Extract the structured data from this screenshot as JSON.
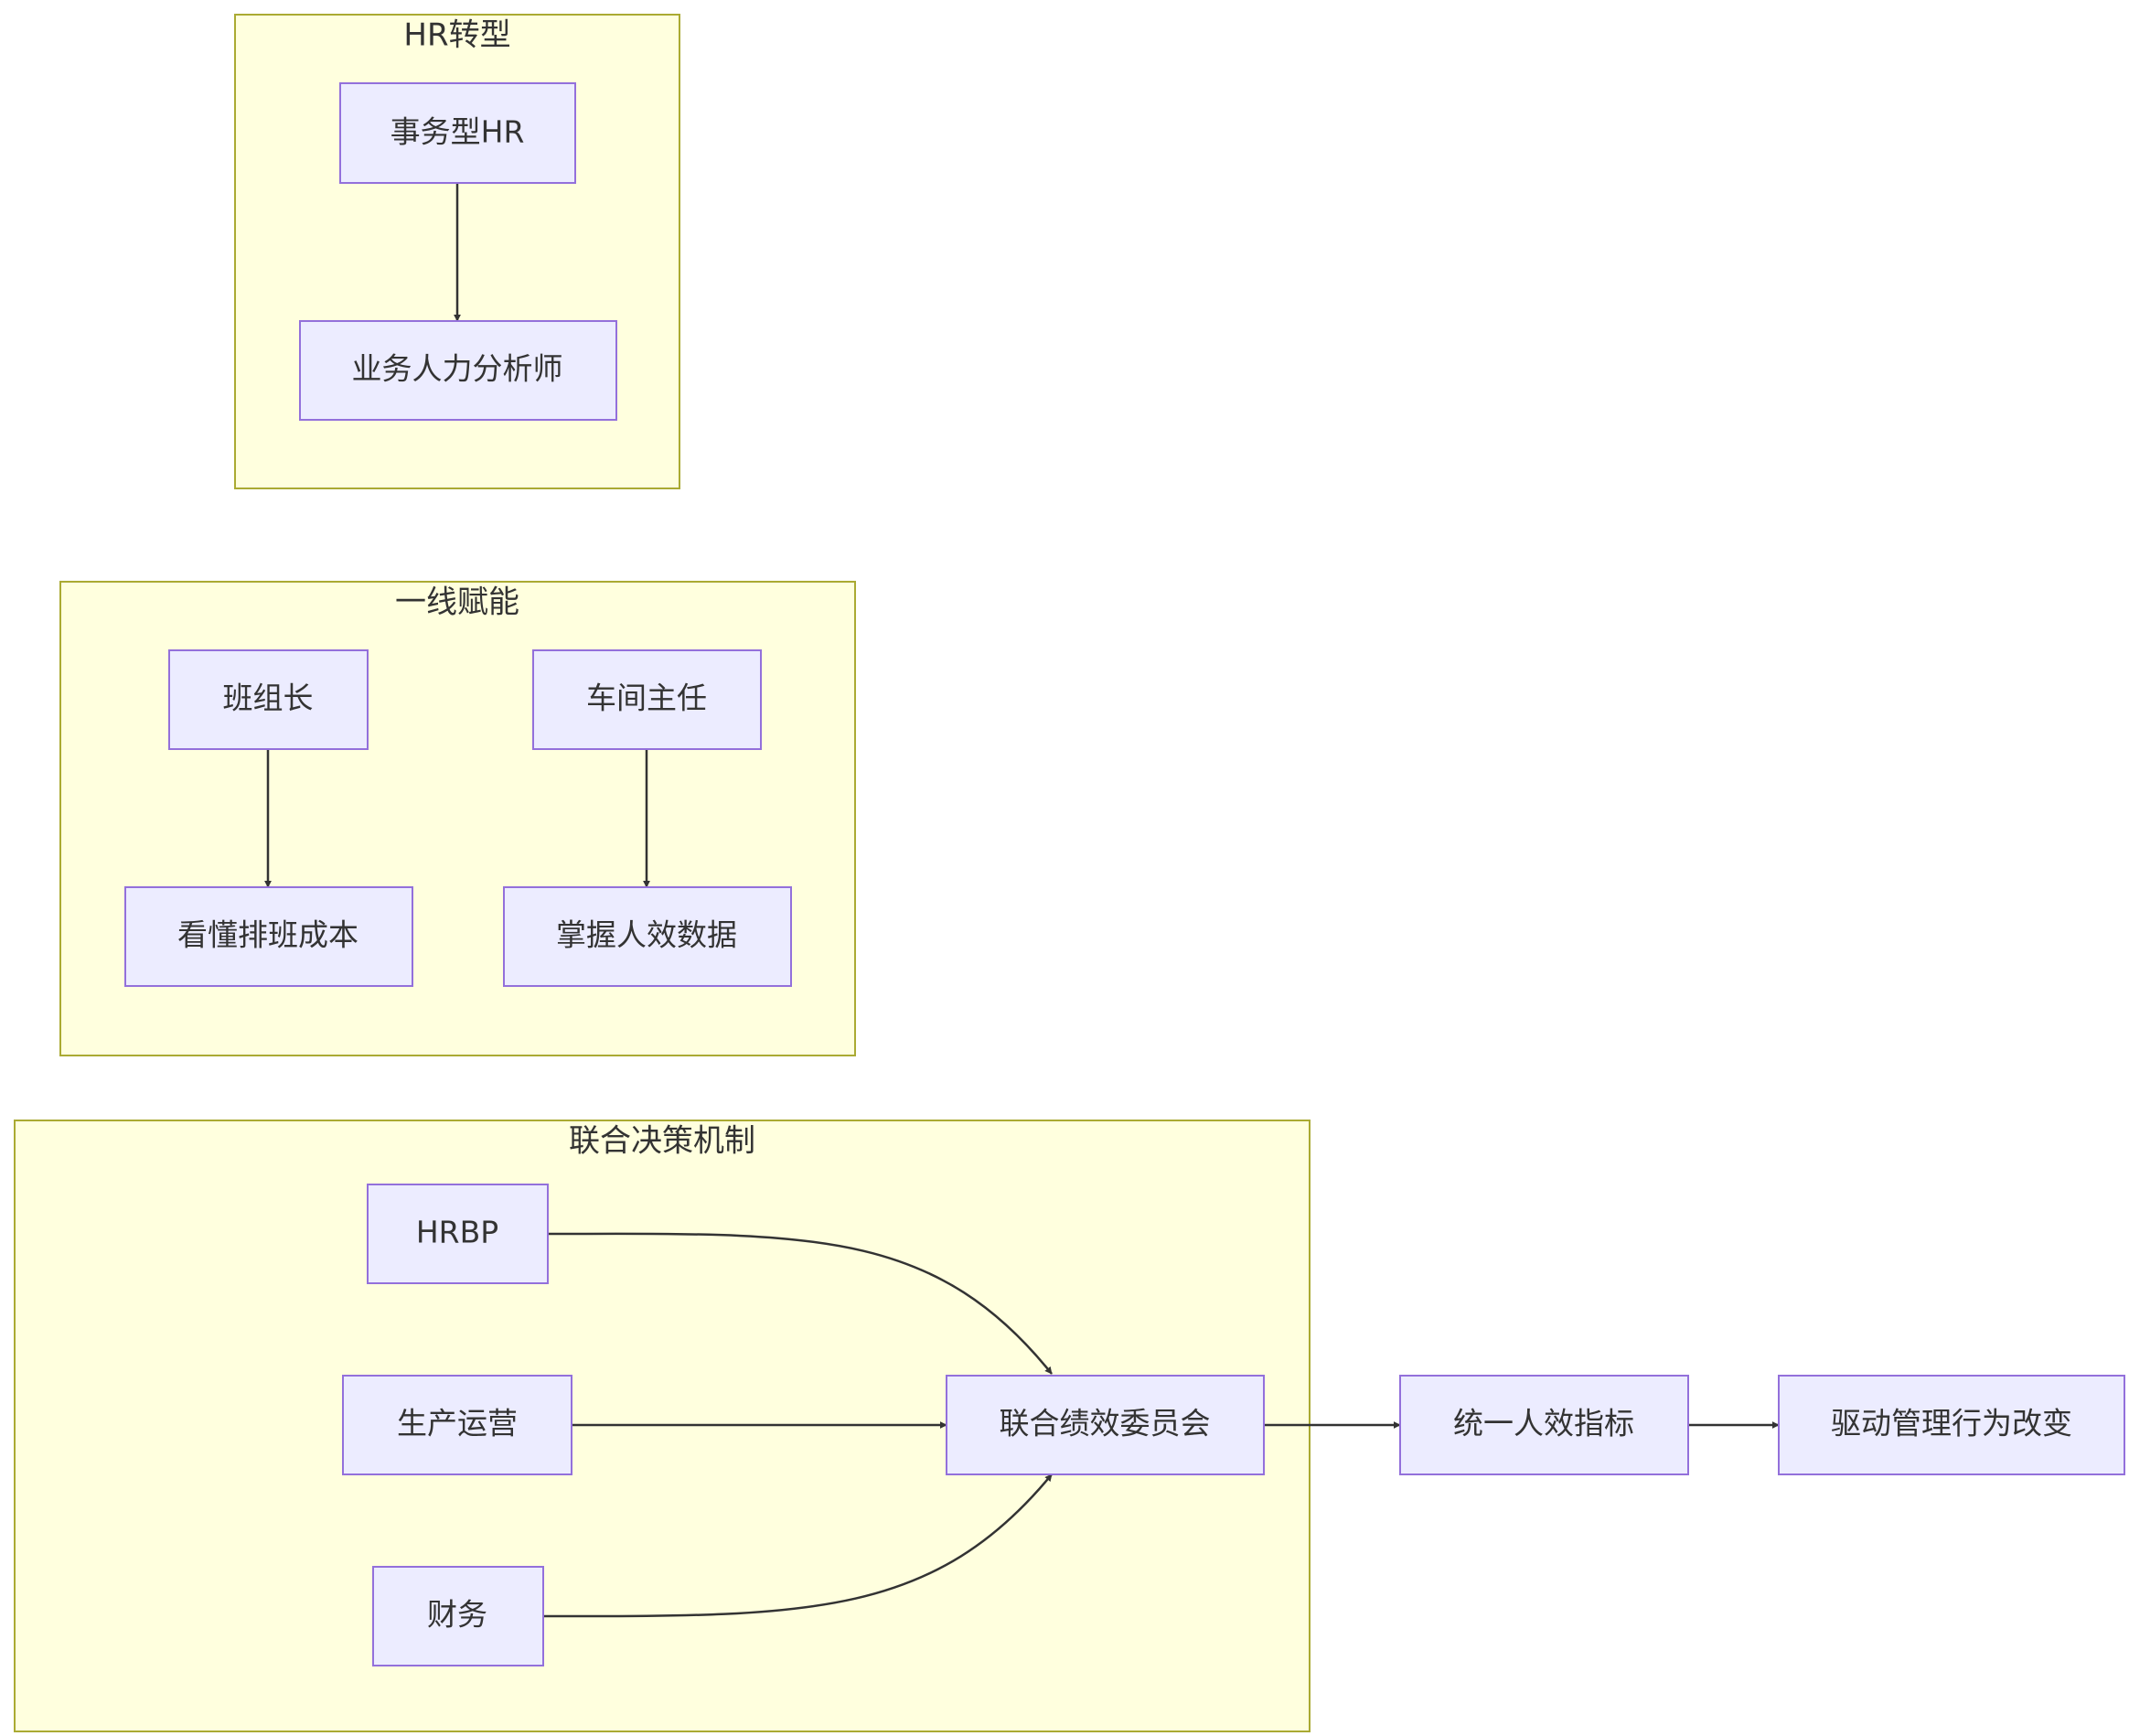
{
  "colors": {
    "cluster_fill": "#ffffde",
    "cluster_stroke": "#aaaa33",
    "node_fill": "#ececff",
    "node_stroke": "#9370db",
    "text": "#333333",
    "edge": "#333333"
  },
  "clusters": {
    "hr_transform": {
      "title": "HR转型"
    },
    "frontline": {
      "title": "一线赋能"
    },
    "joint_decision": {
      "title": "联合决策机制"
    }
  },
  "nodes": {
    "transactional_hr": "事务型HR",
    "business_analyst": "业务人力分析师",
    "team_leader": "班组长",
    "workshop_director": "车间主任",
    "understand_scheduling_cost": "看懂排班成本",
    "master_efficiency_data": "掌握人效数据",
    "hrbp": "HRBP",
    "production_ops": "生产运营",
    "finance": "财务",
    "joint_committee": "联合绩效委员会",
    "unified_metrics": "统一人效指标",
    "drive_change": "驱动管理行为改变"
  },
  "edges": [
    {
      "from": "transactional_hr",
      "to": "business_analyst"
    },
    {
      "from": "team_leader",
      "to": "understand_scheduling_cost"
    },
    {
      "from": "workshop_director",
      "to": "master_efficiency_data"
    },
    {
      "from": "hrbp",
      "to": "joint_committee"
    },
    {
      "from": "production_ops",
      "to": "joint_committee"
    },
    {
      "from": "finance",
      "to": "joint_committee"
    },
    {
      "from": "joint_committee",
      "to": "unified_metrics"
    },
    {
      "from": "unified_metrics",
      "to": "drive_change"
    }
  ]
}
